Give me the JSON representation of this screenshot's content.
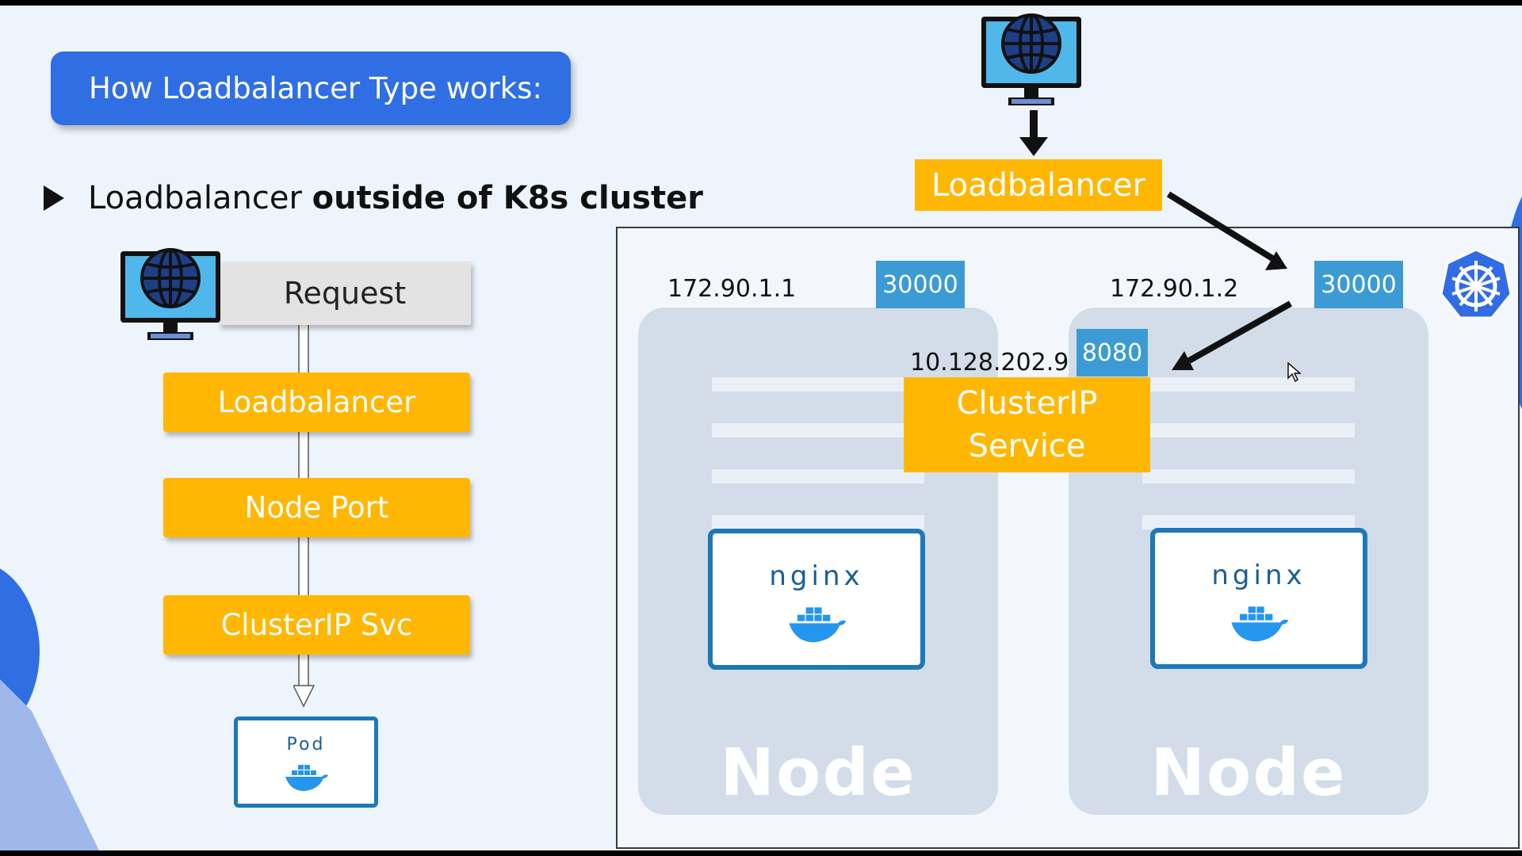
{
  "slide": {
    "title": "How Loadbalancer Type works:",
    "bullet_normal": "Loadbalancer ",
    "bullet_bold": "outside of K8s cluster"
  },
  "left_flow": {
    "request": "Request",
    "loadbalancer": "Loadbalancer",
    "node_port": "Node Port",
    "clusterip_svc": "ClusterIP Svc",
    "pod": "Pod"
  },
  "right_diagram": {
    "loadbalancer": "Loadbalancer",
    "node1_ip": "172.90.1.1",
    "node1_port": "30000",
    "node2_ip": "172.90.1.2",
    "node2_port": "30000",
    "service_ip": "10.128.202.9",
    "service_port": "8080",
    "service_line1": "ClusterIP",
    "service_line2": "Service",
    "node1_app": "nginx",
    "node2_app": "nginx",
    "node1_label": "Node",
    "node2_label": "Node"
  },
  "colors": {
    "accent_blue": "#2f6fe3",
    "box_orange": "#ffb703",
    "port_blue": "#3c9bd4",
    "docker_blue": "#1e78b8"
  }
}
